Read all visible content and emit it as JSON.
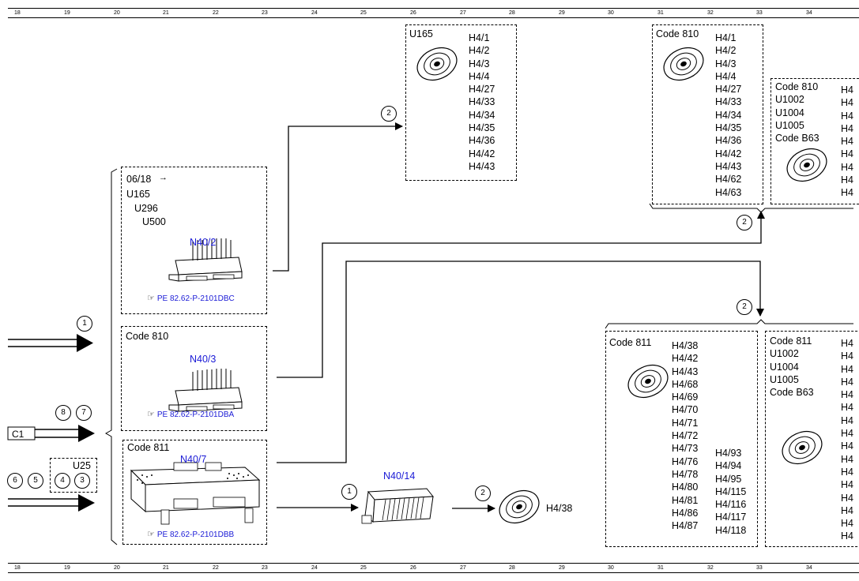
{
  "ruler": [
    "18",
    "19",
    "20",
    "21",
    "22",
    "23",
    "24",
    "25",
    "26",
    "27",
    "28",
    "29",
    "30",
    "31",
    "32",
    "33",
    "34"
  ],
  "box_u165": {
    "label": "U165",
    "pins": [
      "H4/1",
      "H4/2",
      "H4/3",
      "H4/4",
      "H4/27",
      "H4/33",
      "H4/34",
      "H4/35",
      "H4/36",
      "H4/42",
      "H4/43"
    ]
  },
  "box_810_top": {
    "label": "Code 810",
    "pins": [
      "H4/1",
      "H4/2",
      "H4/3",
      "H4/4",
      "H4/27",
      "H4/33",
      "H4/34",
      "H4/35",
      "H4/36",
      "H4/42",
      "H4/43",
      "H4/62",
      "H4/63"
    ]
  },
  "box_810_right": {
    "codes": [
      "Code 810",
      "U1002",
      "U1004",
      "U1005",
      "Code B63"
    ],
    "pins": [
      "H4",
      "H4",
      "H4",
      "H4",
      "H4",
      "H4",
      "H4",
      "H4",
      "H4"
    ]
  },
  "box_811_left": {
    "label": "Code 811",
    "pins_a": [
      "H4/38",
      "H4/42",
      "H4/43",
      "H4/68",
      "H4/69",
      "H4/70",
      "H4/71",
      "H4/72",
      "H4/73",
      "H4/76",
      "H4/78",
      "H4/80",
      "H4/81",
      "H4/86",
      "H4/87"
    ],
    "pins_b": [
      "H4/93",
      "H4/94",
      "H4/95",
      "H4/115",
      "H4/116",
      "H4/117",
      "H4/118"
    ]
  },
  "box_811_right": {
    "codes": [
      "Code 811",
      "U1002",
      "U1004",
      "U1005",
      "Code B63"
    ],
    "pins": [
      "H4",
      "H4",
      "H4",
      "H4",
      "H4",
      "H4",
      "H4",
      "H4",
      "H4",
      "H4",
      "H4",
      "H4",
      "H4",
      "H4",
      "H4",
      "H4"
    ]
  },
  "module_n40_2": {
    "conditions": [
      "06/18",
      "U165",
      "U296",
      "U500"
    ],
    "arrow": "→",
    "name": "N40/2",
    "ref": "PE 82.62-P-2101DBC"
  },
  "module_n40_3": {
    "code": "Code 810",
    "name": "N40/3",
    "ref": "PE 82.62-P-2101DBA"
  },
  "module_n40_7": {
    "code": "Code 811",
    "name": "N40/7",
    "ref": "PE 82.62-P-2101DBB",
    "option": "U25"
  },
  "module_n40_14": {
    "name": "N40/14"
  },
  "speaker_n40_14_pin": "H4/38",
  "connector_c1": "C1",
  "circles": {
    "c_u165": "2",
    "c_top_right": "2",
    "c_811": "2",
    "c_in1": "1",
    "c_8": "8",
    "c_7": "7",
    "c_6": "6",
    "c_5": "5",
    "c_4": "4",
    "c_3": "3",
    "c_n40_14_in": "1",
    "c_n40_14_out": "2"
  },
  "hand_glyph": "☞",
  "colors": {
    "link_blue": "#1a1ad6",
    "line": "#000000"
  }
}
